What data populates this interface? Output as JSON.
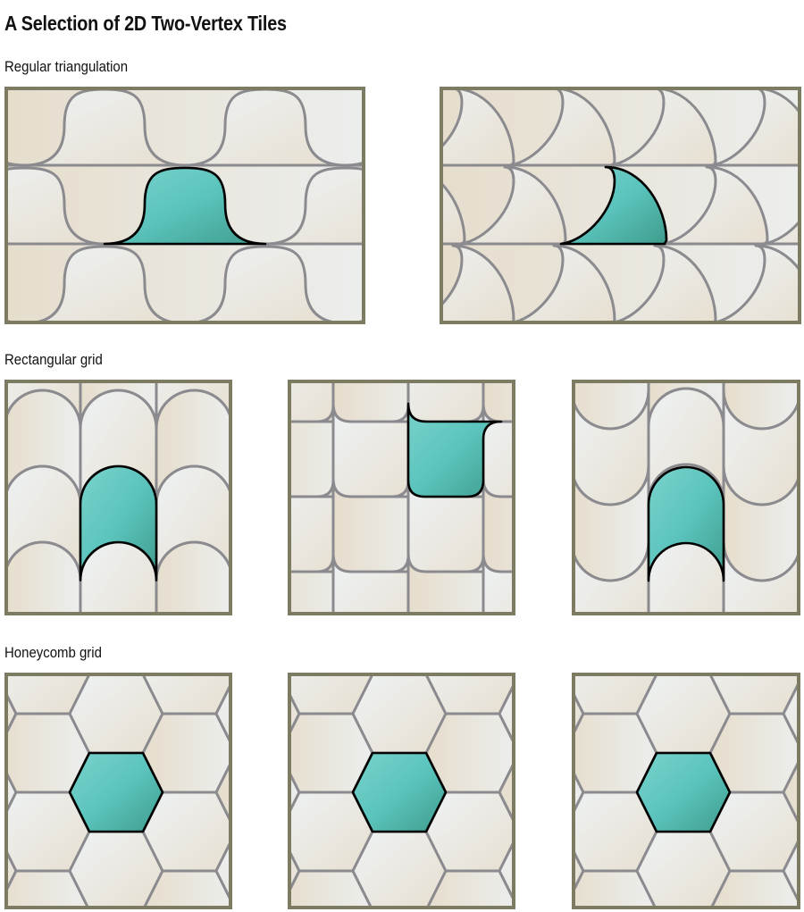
{
  "title": "A Selection of 2D Two-Vertex Tiles",
  "sections": [
    {
      "label": "Regular triangulation",
      "panels": [
        "bell",
        "fin"
      ]
    },
    {
      "label": "Rectangular grid",
      "panels": [
        "arch-aligned",
        "square-hook",
        "arch-staggered"
      ]
    },
    {
      "label": "Honeycomb grid",
      "panels": [
        "hex",
        "hex",
        "hex"
      ]
    }
  ],
  "colors": {
    "highlight_tile": "#5bc4bd",
    "highlight_outline": "#000000",
    "tile_edge": "#8b8b8f",
    "tile_light": "#eef2f4",
    "tile_beige": "#e6ddcc",
    "frame": "#7d7b62"
  }
}
